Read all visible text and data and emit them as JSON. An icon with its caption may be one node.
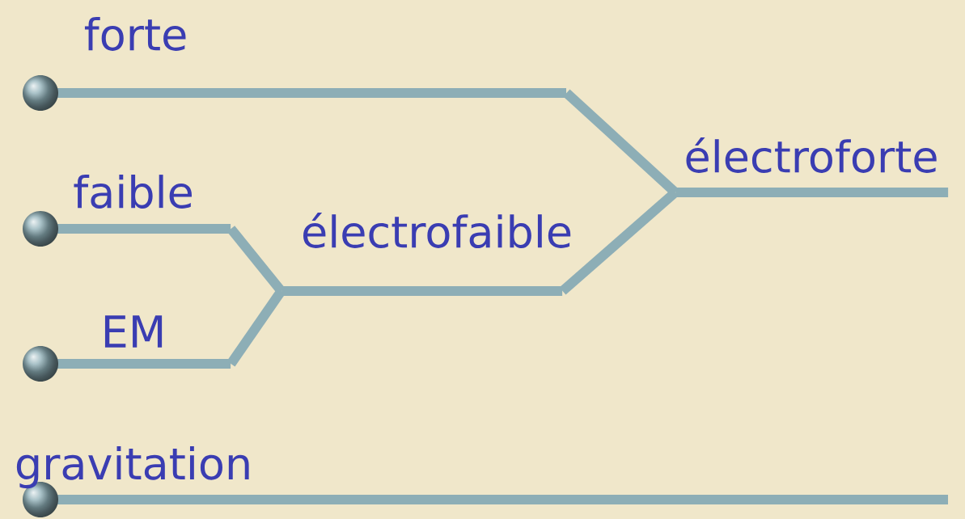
{
  "diagram": {
    "nodes": [
      {
        "text": [
          "forte"
        ]
      },
      {
        "text": [
          "faible"
        ]
      },
      {
        "text": [
          "EM"
        ]
      },
      {
        "text": [
          "électrofaible"
        ]
      },
      {
        "text": [
          "électroforte"
        ]
      },
      {
        "text": [
          "gravitation"
        ]
      }
    ],
    "edges": [
      {
        "from": 1,
        "to": 3,
        "arrow": "none"
      },
      {
        "from": 2,
        "to": 3,
        "arrow": "none"
      },
      {
        "from": 0,
        "to": 4,
        "arrow": "none"
      },
      {
        "from": 3,
        "to": 4,
        "arrow": "none"
      }
    ]
  }
}
